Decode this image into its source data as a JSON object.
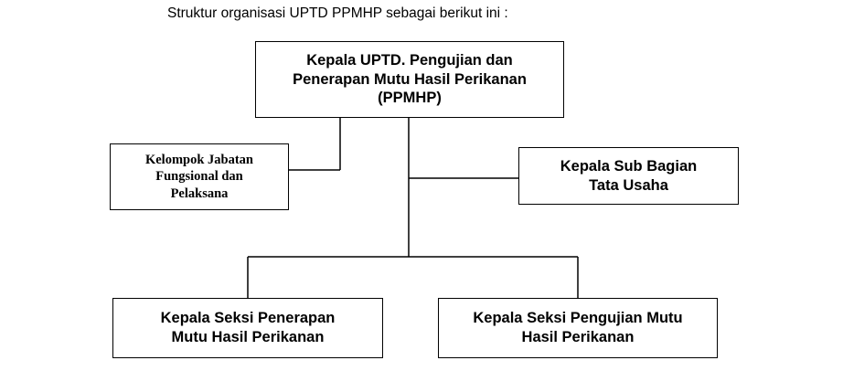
{
  "intro": "Struktur organisasi UPTD PPMHP sebagai berikut ini :",
  "nodes": {
    "head": "Kepala UPTD. Pengujian dan\nPenerapan   Mutu Hasil Perikanan\n(PPMHP)",
    "jabatan": "Kelompok Jabatan\nFungsional dan\nPelaksana",
    "tata_usaha": "Kepala Sub Bagian\nTata Usaha",
    "penerapan": "Kepala Seksi Penerapan\nMutu Hasil Perikanan",
    "pengujian": "Kepala Seksi Pengujian Mutu\nHasil Perikanan"
  }
}
